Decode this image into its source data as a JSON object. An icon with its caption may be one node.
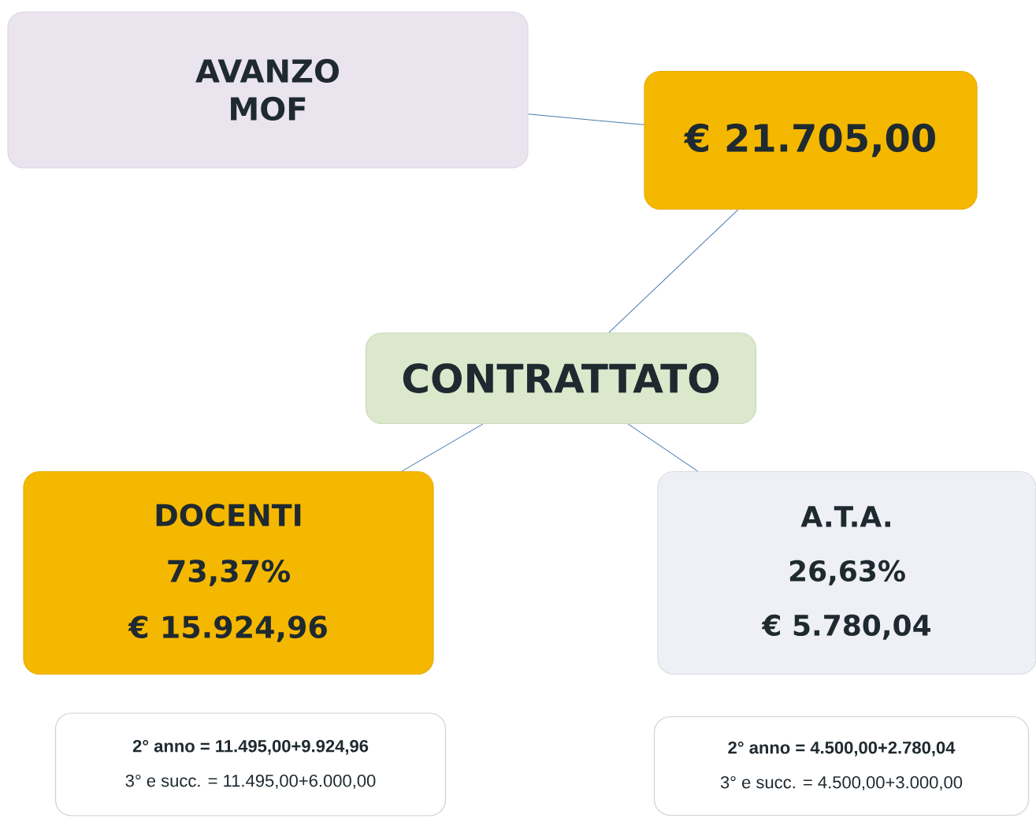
{
  "diagram": {
    "nodes": [
      {
        "text": [
          "AVANZO MOF"
        ]
      },
      {
        "text": [
          "€  21.705,00"
        ]
      },
      {
        "text": [
          "CONTRATTATO"
        ]
      },
      {
        "text": [
          "DOCENTI",
          "73,37%",
          "€  15.924,96"
        ]
      },
      {
        "text": [
          "A.T.A.",
          "26,63%",
          "€ 5.780,04"
        ]
      },
      {
        "text": [
          "2° anno = 11.495,00+9.924,96",
          "3° e succ. = 11.495,00+6.000,00"
        ]
      },
      {
        "text": [
          "2° anno = 4.500,00+2.780,04",
          "3° e succ. = 4.500,00+3.000,00"
        ]
      }
    ],
    "edges": [
      {
        "from": 0,
        "to": 1,
        "arrow": "none"
      },
      {
        "from": 1,
        "to": 2,
        "arrow": "none"
      },
      {
        "from": 2,
        "to": 3,
        "arrow": "none"
      },
      {
        "from": 2,
        "to": 4,
        "arrow": "none"
      }
    ]
  }
}
